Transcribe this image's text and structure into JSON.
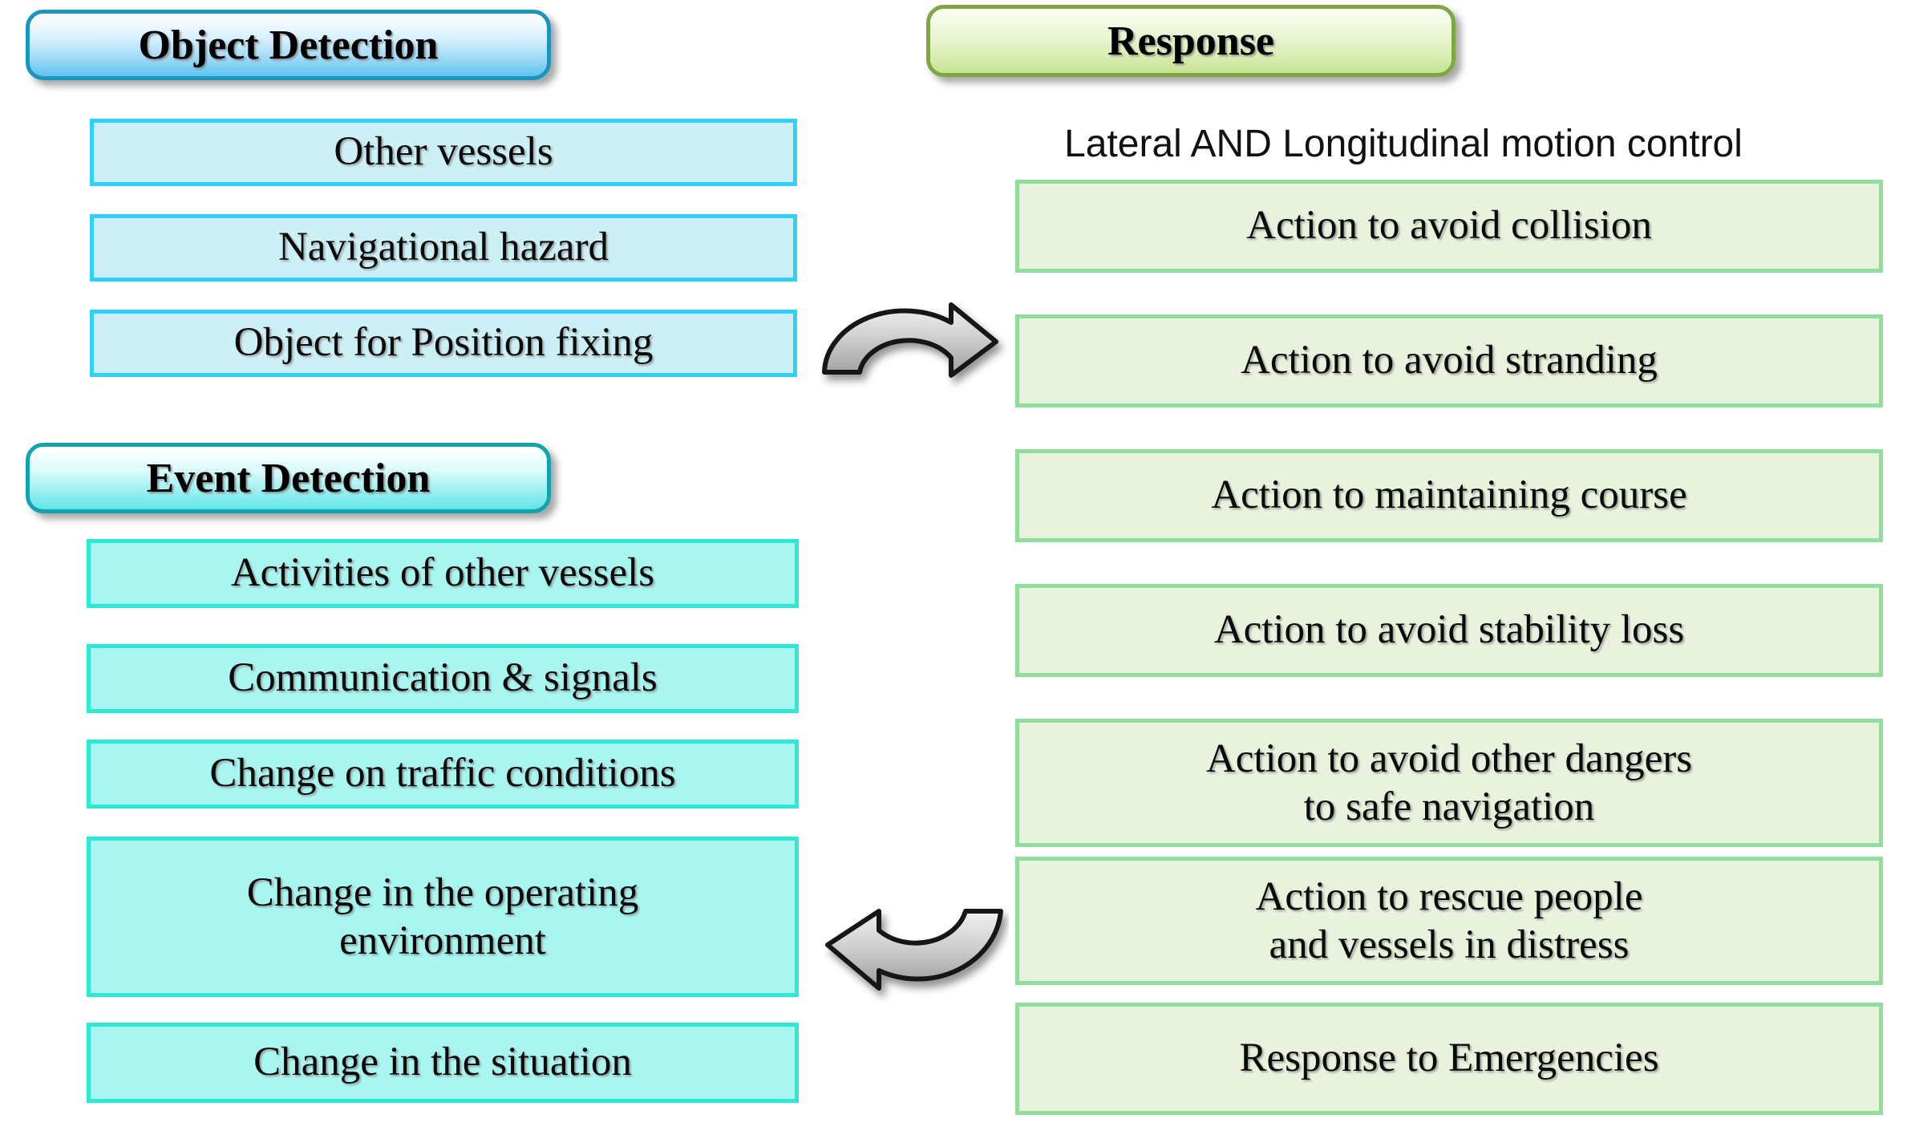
{
  "diagram": {
    "title_hidden": "",
    "colors": {
      "object_detection_border": "#1b95bd",
      "object_detection_box_fill": "#cdf0f7",
      "object_detection_box_border": "#2fd0ff",
      "event_detection_border": "#12a3b0",
      "event_detection_box_fill": "#a9f6f1",
      "event_detection_box_border": "#2ce9d6",
      "response_border": "#80a73f",
      "response_box_fill": "#e9f2dc",
      "response_box_border": "#90de9c",
      "arrow_fill": "#bdbdbd",
      "arrow_outline": "#1a1a1a",
      "background": "#ffffff"
    },
    "left_column": {
      "object_detection": {
        "header": "Object Detection",
        "items": [
          "Other vessels",
          "Navigational hazard",
          "Object for Position fixing"
        ]
      },
      "event_detection": {
        "header": "Event Detection",
        "items": [
          "Activities of other vessels",
          "Communication & signals",
          "Change on traffic conditions",
          "Change in the operating\nenvironment",
          "Change in the situation"
        ]
      }
    },
    "right_column": {
      "response": {
        "header": "Response",
        "caption": "Lateral AND Longitudinal motion control",
        "items": [
          "Action to avoid collision",
          "Action to avoid stranding",
          "Action to maintaining course",
          "Action to avoid stability loss",
          "Action to avoid other dangers\nto safe navigation",
          "Action to rescue people\nand vessels in distress",
          "Response to Emergencies"
        ]
      }
    },
    "connectors": [
      {
        "name": "arc-arrow-right-top",
        "direction": "right",
        "curve": "arc-up"
      },
      {
        "name": "arc-arrow-left-bottom",
        "direction": "left",
        "curve": "arc-down"
      }
    ]
  }
}
